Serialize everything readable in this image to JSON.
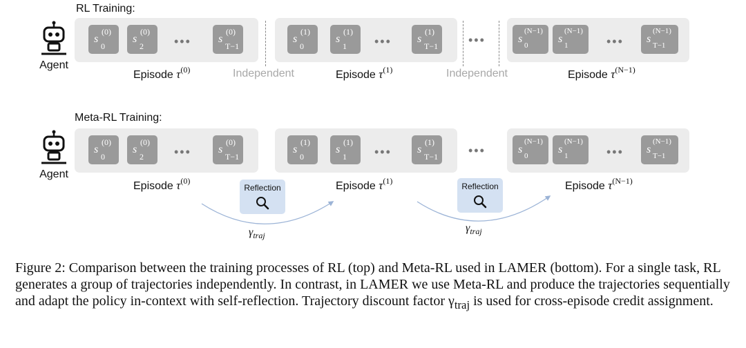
{
  "rl": {
    "title": "RL Training:",
    "agent_label": "Agent",
    "separator_label": "Independent",
    "episodes": [
      {
        "label": "Episode",
        "sup": "(0)",
        "states": [
          [
            "(0)",
            "0"
          ],
          [
            "(0)",
            "2"
          ],
          [
            "(0)",
            "T−1"
          ]
        ]
      },
      {
        "label": "Episode",
        "sup": "(1)",
        "states": [
          [
            "(1)",
            "0"
          ],
          [
            "(1)",
            "1"
          ],
          [
            "(1)",
            "T−1"
          ]
        ]
      },
      {
        "label": "Episode",
        "sup": "(N−1)",
        "states": [
          [
            "(N−1)",
            "0"
          ],
          [
            "(N−1)",
            "1"
          ],
          [
            "(N−1)",
            "T−1"
          ]
        ]
      }
    ]
  },
  "meta": {
    "title": "Meta-RL Training:",
    "agent_label": "Agent",
    "reflection_label": "Reflection",
    "gamma_symbol": "γ",
    "gamma_sub": "traj",
    "episodes": [
      {
        "label": "Episode",
        "sup": "(0)",
        "states": [
          [
            "(0)",
            "0"
          ],
          [
            "(0)",
            "2"
          ],
          [
            "(0)",
            "T−1"
          ]
        ]
      },
      {
        "label": "Episode",
        "sup": "(1)",
        "states": [
          [
            "(1)",
            "0"
          ],
          [
            "(1)",
            "1"
          ],
          [
            "(1)",
            "T−1"
          ]
        ]
      },
      {
        "label": "Episode",
        "sup": "(N−1)",
        "states": [
          [
            "(N−1)",
            "0"
          ],
          [
            "(N−1)",
            "1"
          ],
          [
            "(N−1)",
            "T−1"
          ]
        ]
      }
    ]
  },
  "state_symbol": "s",
  "tau_symbol": "τ",
  "caption": {
    "p1": "Figure 2: Comparison between the training processes of RL (top) and Meta-RL used in ",
    "lamer": "LAMER",
    "p2": " (bottom).  For a single task, RL generates a group of trajectories independently.  In contrast, in ",
    "p3": " we use Meta-RL and produce the trajectories sequentially and adapt the policy in-context with self-reflection. Trajectory discount factor ",
    "gamma": "γ",
    "gamma_sub": "traj",
    "p4": " is used for cross-episode credit assignment."
  }
}
